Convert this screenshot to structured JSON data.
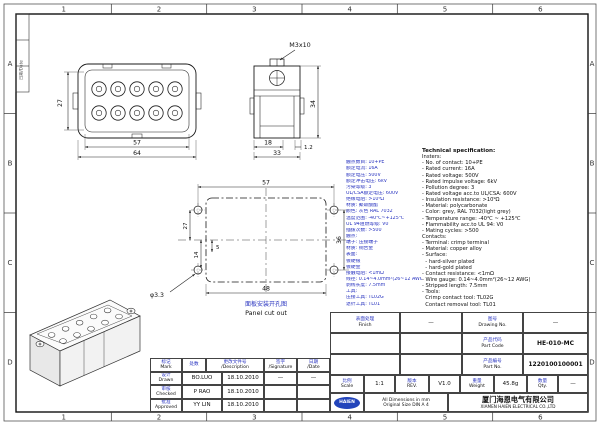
{
  "frame": {
    "cols": [
      "1",
      "2",
      "3",
      "4",
      "5",
      "6"
    ],
    "rows": [
      "A",
      "B",
      "C",
      "D"
    ],
    "corner_label": "日期/Date"
  },
  "views": {
    "front": {
      "dim_height": "27",
      "dim_width_inner": "57",
      "dim_width_outer": "64"
    },
    "side": {
      "callout": "M3x10",
      "dim_height": "34",
      "dim_w1": "18",
      "dim_w2": "1.2",
      "dim_total": "33"
    },
    "cutout": {
      "dim_top": "57",
      "dim_right": "36",
      "dim_left1": "27",
      "dim_left2": "14",
      "dim_left3": "5",
      "dim_bottom": "48",
      "dim_hole": "φ3.3",
      "label_cn": "面板安装开孔图",
      "label_en": "Panel cut out"
    }
  },
  "specs": {
    "lines": [
      {
        "cn": "",
        "en": "Technical specification:"
      },
      {
        "cn": "",
        "en": "Insters:"
      },
      {
        "cn": "触点数目: 10+PE",
        "en": "- No. of contact: 10+PE"
      },
      {
        "cn": "额定电流: 16A",
        "en": "- Rated current: 16A"
      },
      {
        "cn": "额定电压: 500V",
        "en": "- Rated voltage: 500V"
      },
      {
        "cn": "额定冲击电压: 6kV",
        "en": "- Rated impulse voltage: 6kV"
      },
      {
        "cn": "污染等级: 3",
        "en": "- Pollution degree: 3"
      },
      {
        "cn": "UL/CSA额定电压: 600V",
        "en": "- Rated voltage acc.to UL/CSA: 600V"
      },
      {
        "cn": "绝缘电阻: >10⁹Ω",
        "en": "- Insulation resistance: >10⁹Ω"
      },
      {
        "cn": "材质: 聚碳酸酯",
        "en": "- Material: polycarbonate"
      },
      {
        "cn": "颜色: 灰色 RAL 7032",
        "en": "- Color: grey, RAL 7032(light grey)"
      },
      {
        "cn": "温度范围: -40℃~+125℃",
        "en": "- Temperature range: -40℃ ~ +125℃"
      },
      {
        "cn": "UL 94阻燃等级: V0",
        "en": "- Flammability acc.to UL 94: V0"
      },
      {
        "cn": "插拔次数: >500",
        "en": "- Mating cycles: >500"
      },
      {
        "cn": "触点:",
        "en": "Contacts:"
      },
      {
        "cn": "端子: 压接端子",
        "en": "- Terminal: crimp terminal"
      },
      {
        "cn": "材质: 铜合金",
        "en": "- Material: copper alloy"
      },
      {
        "cn": "表面:",
        "en": "- Surface:"
      },
      {
        "cn": "镀硬银",
        "en": "  - hard-silver plated"
      },
      {
        "cn": "镀硬金",
        "en": "  - hard-gold plated"
      },
      {
        "cn": "接触电阻: <1mΩ",
        "en": "- Contact resistance: <1mΩ"
      },
      {
        "cn": "线径: 0.14~4.0mm²(26~12 AWG)",
        "en": "- Wire gauge: 0.14~4.0mm²(26~12 AWG)"
      },
      {
        "cn": "剥线长度: 7.5mm",
        "en": "- Stripped length: 7.5mm"
      },
      {
        "cn": "工具:",
        "en": "- Tools:"
      },
      {
        "cn": "压接工具: TL02G",
        "en": "  Crimp contact tool: TL02G"
      },
      {
        "cn": "退针工具: TL01",
        "en": "  Contact removal tool: TL01"
      }
    ]
  },
  "titleblock": {
    "header": {
      "mark_cn": "标记",
      "mark_en": "Mark",
      "count_cn": "处数",
      "desc_cn": "更改文件号",
      "desc_en": "/Description",
      "sign_cn": "签字",
      "sign_en": "/Signature",
      "date_cn": "日期",
      "date_en": "/Date"
    },
    "drawn_cn": "设计",
    "drawn_en": "Drawn",
    "drawn_name": "BO.LUO",
    "drawn_date": "18.10.2010",
    "drawn_dash1": "—",
    "drawn_dash2": "—",
    "checked_cn": "审核",
    "checked_en": "Checked",
    "checked_name": "P RAO",
    "checked_date": "18.10.2010",
    "approved_cn": "批准",
    "approved_en": "Approved",
    "approved_name": "YY LIN",
    "approved_date": "18.10.2010",
    "finish_cn": "表面处理",
    "finish_en": "Finish",
    "finish_value": "—",
    "drawingno_cn": "图号",
    "drawingno_en": "Drawing No.",
    "drawingno_value": "—",
    "partcode_cn": "产品代码",
    "partcode_en": "Part Code",
    "partcode_value": "HE-010-MC",
    "partno_cn": "产品编号",
    "partno_en": "Part No.",
    "partno_value": "1220100100001",
    "scale_cn": "比例",
    "scale_en": "Scale",
    "scale_value": "1:1",
    "rev_cn": "版本",
    "rev_en": "REV.",
    "rev_value": "V1.0",
    "weight_cn": "重量",
    "weight_en": "Weight",
    "weight_value": "45.8g",
    "qty_cn": "数量",
    "qty_en": "Qty.",
    "qty_value": "—",
    "note1": "All Dimensions in mm",
    "note2": "Original Size DIN A 4",
    "logo": "HAIEN",
    "company_cn": "厦门海恩电气有限公司",
    "company_en": "XIAMEN HAIEN ELECTRICAL CO.,LTD"
  }
}
